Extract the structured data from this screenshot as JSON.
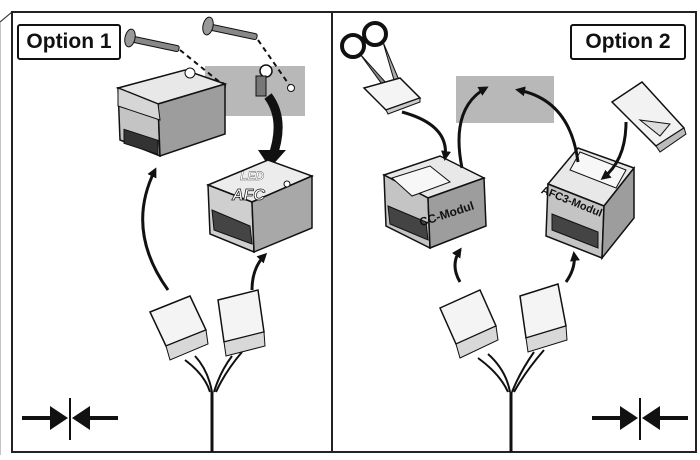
{
  "option_left": {
    "label": "Option 1"
  },
  "option_right": {
    "label": "Option 2"
  },
  "module_labels": {
    "led_brand": "LED",
    "afc_logo": "AFC",
    "cc_module": "CC-Modul",
    "afc3_module": "AFC3-Modul"
  },
  "colors": {
    "module_top": "#e8e8e8",
    "module_front": "#c4c4c4",
    "module_side": "#9d9d9d",
    "mount_plate": "#b8b8b8",
    "outline": "#111111"
  },
  "icons": [
    "screw-icon",
    "scissors-icon",
    "adhesive-pad-icon",
    "arrow-icon",
    "compress-icon"
  ]
}
